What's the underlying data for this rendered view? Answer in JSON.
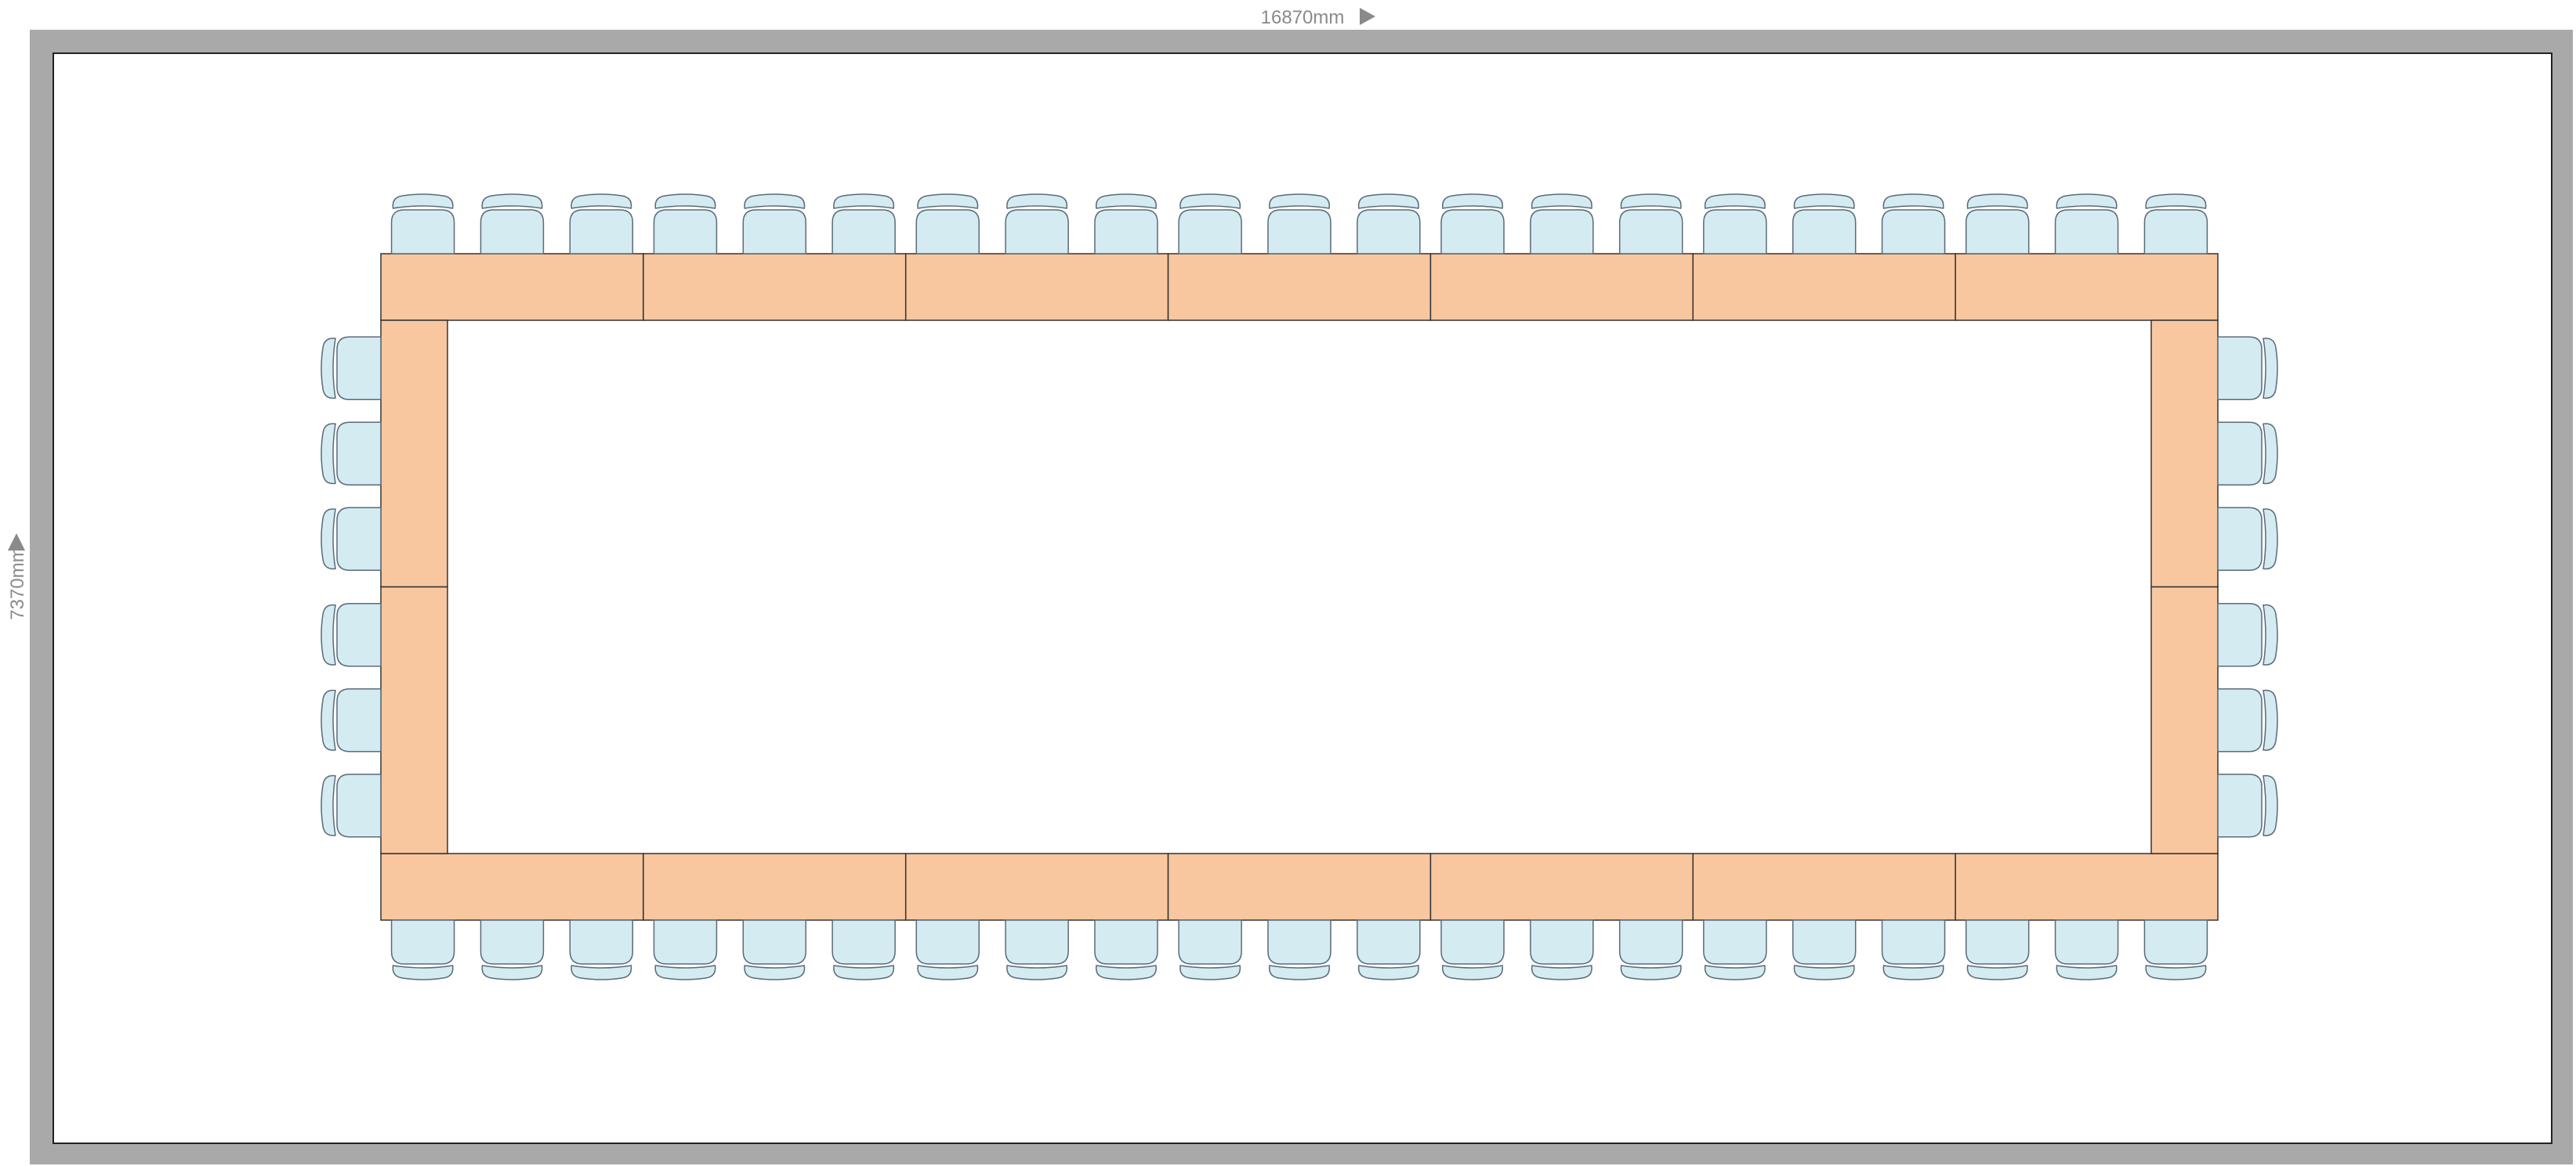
{
  "room": {
    "width_label": "16870mm",
    "height_label": "7370mm",
    "wall_color": "#a9a9a9",
    "floor_color": "#ffffff"
  },
  "layout": {
    "arrangement": "hollow-square",
    "top_tables": 7,
    "bottom_tables": 7,
    "left_tables": 2,
    "right_tables": 2,
    "chairs_per_long_table": 3,
    "chairs_per_side_table": 3,
    "table_color": "#f8c7a0",
    "chair_color": "#d4ebf2",
    "chair_outline_color": "#5a6b78"
  }
}
